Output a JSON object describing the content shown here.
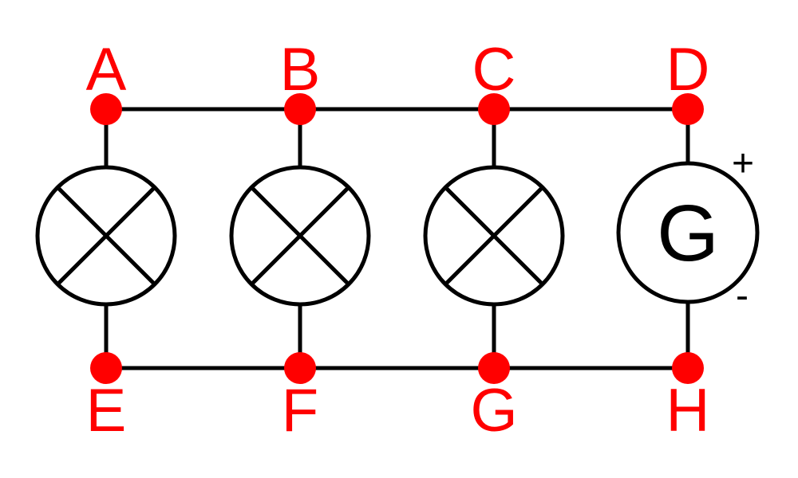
{
  "colors": {
    "node": "#ff0000",
    "label": "#ff0000",
    "wire": "#000000"
  },
  "top_nodes": [
    {
      "label": "A"
    },
    {
      "label": "B"
    },
    {
      "label": "C"
    },
    {
      "label": "D"
    }
  ],
  "bottom_nodes": [
    {
      "label": "E"
    },
    {
      "label": "F"
    },
    {
      "label": "G"
    },
    {
      "label": "H"
    }
  ],
  "components": [
    {
      "kind": "lamp",
      "icon": "lamp-icon"
    },
    {
      "kind": "lamp",
      "icon": "lamp-icon"
    },
    {
      "kind": "lamp",
      "icon": "lamp-icon"
    },
    {
      "kind": "generator",
      "icon": "generator-icon",
      "symbol": "G",
      "positive": "+",
      "negative": "-"
    }
  ]
}
